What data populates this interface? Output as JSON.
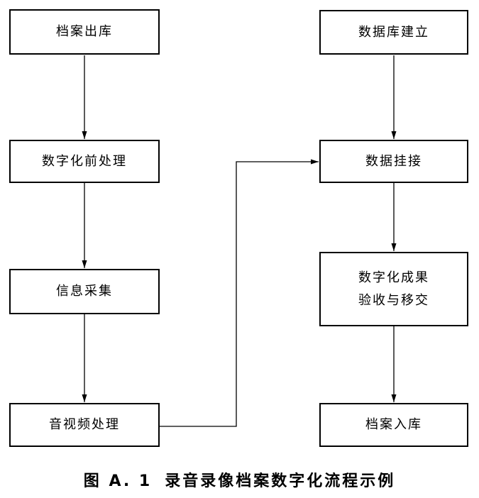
{
  "diagram": {
    "nodes": {
      "archive_checkout": {
        "label": "档案出库"
      },
      "pre_digitization": {
        "label": "数字化前处理"
      },
      "info_collection": {
        "label": "信息采集"
      },
      "av_processing": {
        "label": "音视频处理"
      },
      "database_creation": {
        "label": "数据库建立"
      },
      "data_linking": {
        "label": "数据挂接"
      },
      "acceptance_transfer": {
        "line1": "数字化成果",
        "line2": "验收与移交"
      },
      "archive_storage": {
        "label": "档案入库"
      }
    },
    "edges": [
      {
        "from": "archive_checkout",
        "to": "pre_digitization"
      },
      {
        "from": "pre_digitization",
        "to": "info_collection"
      },
      {
        "from": "info_collection",
        "to": "av_processing"
      },
      {
        "from": "av_processing",
        "to": "data_linking"
      },
      {
        "from": "database_creation",
        "to": "data_linking"
      },
      {
        "from": "data_linking",
        "to": "acceptance_transfer"
      },
      {
        "from": "acceptance_transfer",
        "to": "archive_storage"
      }
    ],
    "caption": {
      "label": "图 A. 1",
      "title": "录音录像档案数字化流程示例"
    },
    "colors": {
      "line": "#000000",
      "background": "#ffffff"
    }
  }
}
